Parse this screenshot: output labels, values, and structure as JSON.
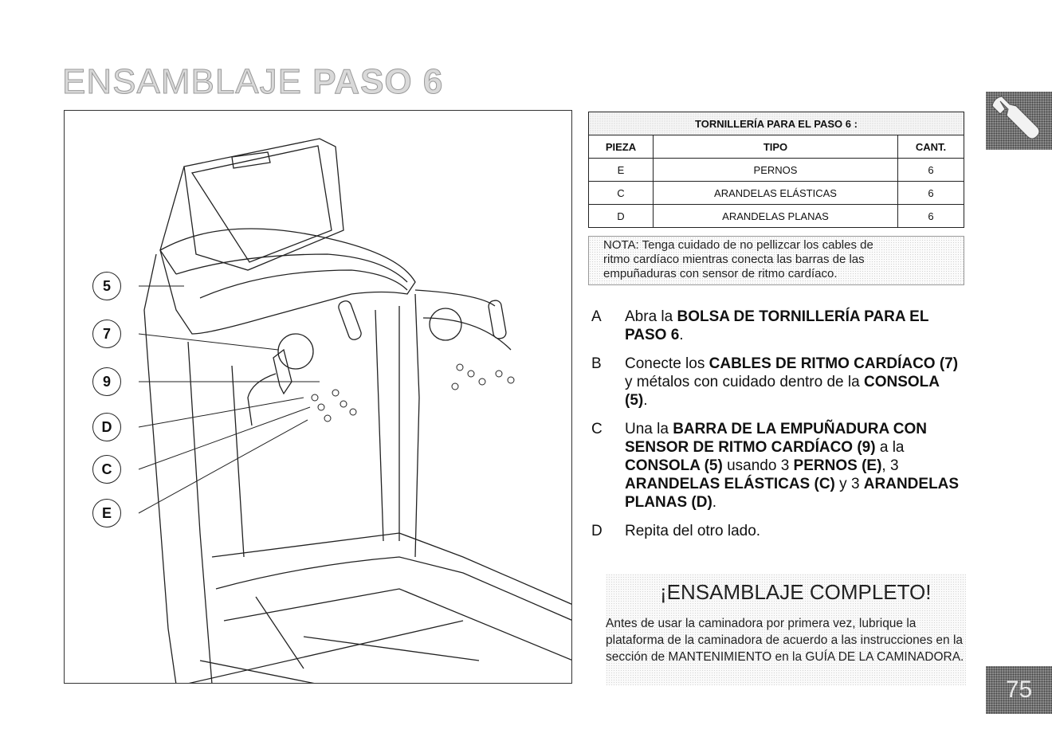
{
  "title": {
    "light": "ENSAMBLAJE ",
    "bold": "PASO 6"
  },
  "figure": {
    "callouts": [
      "5",
      "7",
      "9",
      "D",
      "C",
      "E"
    ]
  },
  "hardware_table": {
    "caption": "TORNILLERÍA PARA EL PASO 6 :",
    "headers": [
      "PIEZA",
      "TIPO",
      "CANT."
    ],
    "rows": [
      [
        "E",
        "PERNOS",
        "6"
      ],
      [
        "C",
        "ARANDELAS ELÁSTICAS",
        "6"
      ],
      [
        "D",
        "ARANDELAS PLANAS",
        "6"
      ]
    ]
  },
  "note": {
    "line1": "NOTA: Tenga cuidado de no pellizcar los cables de",
    "line2": "ritmo cardíaco mientras conecta las barras de las",
    "line3": "empuñaduras con sensor de ritmo cardíaco."
  },
  "steps": [
    {
      "letter": "A",
      "parts": [
        {
          "t": "Abra la ",
          "b": false
        },
        {
          "t": "BOLSA DE TORNILLERÍA PARA EL PASO 6",
          "b": true
        },
        {
          "t": ".",
          "b": false
        }
      ]
    },
    {
      "letter": "B",
      "parts": [
        {
          "t": "Conecte los ",
          "b": false
        },
        {
          "t": "CABLES DE RITMO CARDÍACO (7)",
          "b": true
        },
        {
          "t": " y métalos con cuidado dentro de la ",
          "b": false
        },
        {
          "t": "CONSOLA (5)",
          "b": true
        },
        {
          "t": ".",
          "b": false
        }
      ]
    },
    {
      "letter": "C",
      "parts": [
        {
          "t": "Una la ",
          "b": false
        },
        {
          "t": "BARRA DE LA EMPUÑADURA CON SENSOR DE RITMO CARDÍACO (9)",
          "b": true
        },
        {
          "t": " a la ",
          "b": false
        },
        {
          "t": "CONSOLA (5)",
          "b": true
        },
        {
          "t": " usando 3 ",
          "b": false
        },
        {
          "t": "PERNOS (E)",
          "b": true
        },
        {
          "t": ", 3 ",
          "b": false
        },
        {
          "t": "ARANDELAS ELÁSTICAS (C)",
          "b": true
        },
        {
          "t": " y 3 ",
          "b": false
        },
        {
          "t": "ARANDELAS PLANAS (D)",
          "b": true
        },
        {
          "t": ".",
          "b": false
        }
      ]
    },
    {
      "letter": "D",
      "parts": [
        {
          "t": "Repita del otro lado.",
          "b": false
        }
      ]
    }
  ],
  "complete": {
    "heading": "¡ENSAMBLAJE COMPLETO!",
    "body": "Antes de usar la caminadora por primera vez, lubrique la plataforma de la caminadora de acuerdo a las instrucciones en la sección de MANTENIMIENTO en la GUÍA DE LA CAMINADORA."
  },
  "page_number": "75",
  "tab_icon": "wrench-icon",
  "colors": {
    "tab_gray": "#8a8a8a",
    "title_gray": "#d9d9d9"
  }
}
